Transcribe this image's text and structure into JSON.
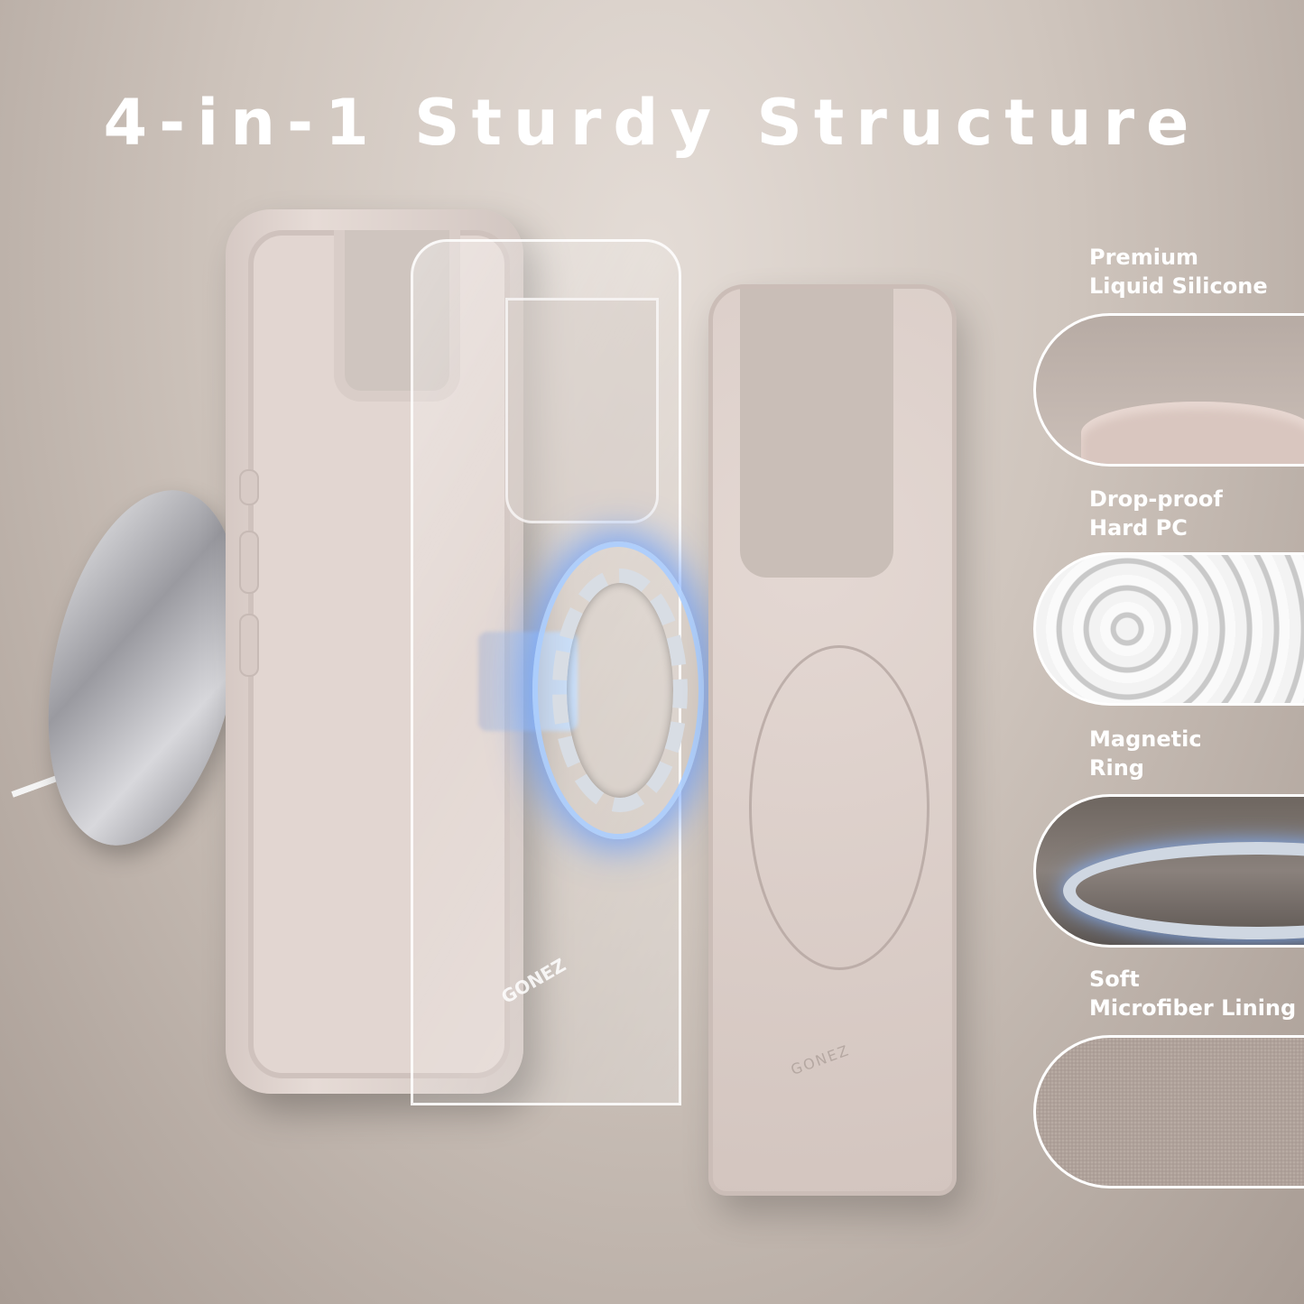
{
  "title": "4-in-1 Sturdy Structure",
  "brand_logo": "GONEZ",
  "features": [
    {
      "label": "Premium\nLiquid Silicone",
      "image": "liquid-silicone"
    },
    {
      "label": "Drop-proof\nHard PC",
      "image": "clear-pc-pellets"
    },
    {
      "label": "Magnetic\nRing",
      "image": "magnetic-ring"
    },
    {
      "label": "Soft\nMicrofiber Lining",
      "image": "microfiber-texture"
    }
  ],
  "colors": {
    "background": "#c9bfb8",
    "case": "#e2d6d1",
    "magnet_glow": "#5a96ff",
    "text": "#ffffff"
  }
}
